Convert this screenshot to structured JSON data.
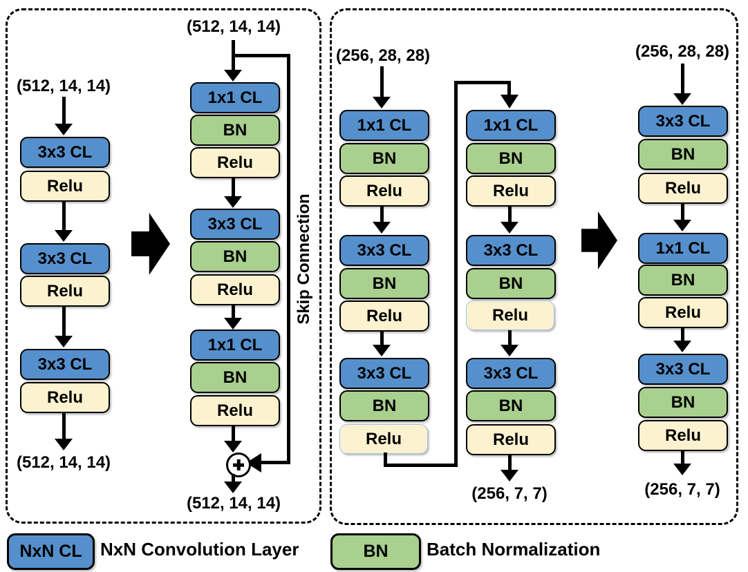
{
  "colors": {
    "conv_blue": "#5590CC",
    "bn_green": "#A9D08E",
    "relu_cream": "#FCF2CF",
    "thin_border_blue": "#9DC3E6",
    "line_black": "#000000"
  },
  "left_panel": {
    "plain_stack": {
      "input_dims": "(512, 14, 14)",
      "output_dims": "(512, 14, 14)",
      "layers": [
        "3x3 CL",
        "Relu",
        "3x3 CL",
        "Relu",
        "3x3 CL",
        "Relu"
      ]
    },
    "residual_stack": {
      "input_dims": "(512, 14, 14)",
      "output_dims": "(512, 14, 14)",
      "layers": [
        "1x1 CL",
        "BN",
        "Relu",
        "3x3 CL",
        "BN",
        "Relu",
        "1x1 CL",
        "BN",
        "Relu"
      ],
      "skip_label": "Skip Connection"
    }
  },
  "right_panel": {
    "stack1": {
      "input_dims": "(256, 28, 28)",
      "layers": [
        "1x1 CL",
        "BN",
        "Relu",
        "3x3 CL",
        "BN",
        "Relu",
        "3x3 CL",
        "BN",
        "Relu"
      ]
    },
    "stack2": {
      "output_dims": "(256, 7, 7)",
      "layers": [
        "1x1 CL",
        "BN",
        "Relu",
        "3x3 CL",
        "BN",
        "Relu",
        "3x3 CL",
        "BN",
        "Relu"
      ]
    },
    "stack3": {
      "input_dims": "(256, 28, 28)",
      "output_dims": "(256, 7, 7)",
      "layers": [
        "3x3 CL",
        "BN",
        "Relu",
        "1x1 CL",
        "BN",
        "Relu",
        "3x3 CL",
        "BN",
        "Relu"
      ]
    }
  },
  "legend": {
    "conv": {
      "key": "NxN CL",
      "label": "NxN Convolution Layer"
    },
    "bn": {
      "key": "BN",
      "label": "Batch Normalization"
    }
  }
}
